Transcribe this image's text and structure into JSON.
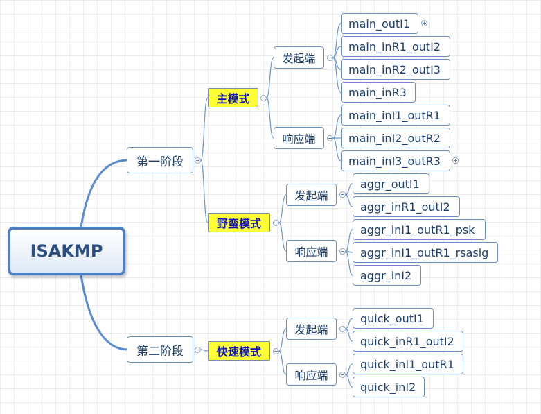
{
  "root": "ISAKMP",
  "phase1": {
    "label": "第一阶段",
    "main_mode": {
      "label": "主模式",
      "initiator": "发起端",
      "responder": "响应端",
      "initiator_states": [
        "main_outI1",
        "main_inR1_outI2",
        "main_inR2_outI3",
        "main_inR3"
      ],
      "responder_states": [
        "main_inI1_outR1",
        "main_inI2_outR2",
        "main_inI3_outR3"
      ]
    },
    "aggressive_mode": {
      "label": "野蛮模式",
      "initiator": "发起端",
      "responder": "响应端",
      "initiator_states": [
        "aggr_outI1",
        "aggr_inR1_outI2"
      ],
      "responder_states": [
        "aggr_inI1_outR1_psk",
        "aggr_inI1_outR1_rsasig",
        "aggr_inI2"
      ]
    }
  },
  "phase2": {
    "label": "第二阶段",
    "quick_mode": {
      "label": "快速模式",
      "initiator": "发起端",
      "responder": "响应端",
      "initiator_states": [
        "quick_outI1",
        "quick_inR1_outI2"
      ],
      "responder_states": [
        "quick_inI1_outR1",
        "quick_inI2"
      ]
    }
  },
  "colors": {
    "connector": "#6b95cc",
    "branch": "#5a8ad0",
    "mode_fill": "#ffff33",
    "mode_text": "#1010b8",
    "node_border": "#6b8ec0",
    "node_text": "#1d3f6e"
  },
  "icons": {
    "collapse": "minus-circle-icon",
    "expand": "plus-circle-icon"
  }
}
